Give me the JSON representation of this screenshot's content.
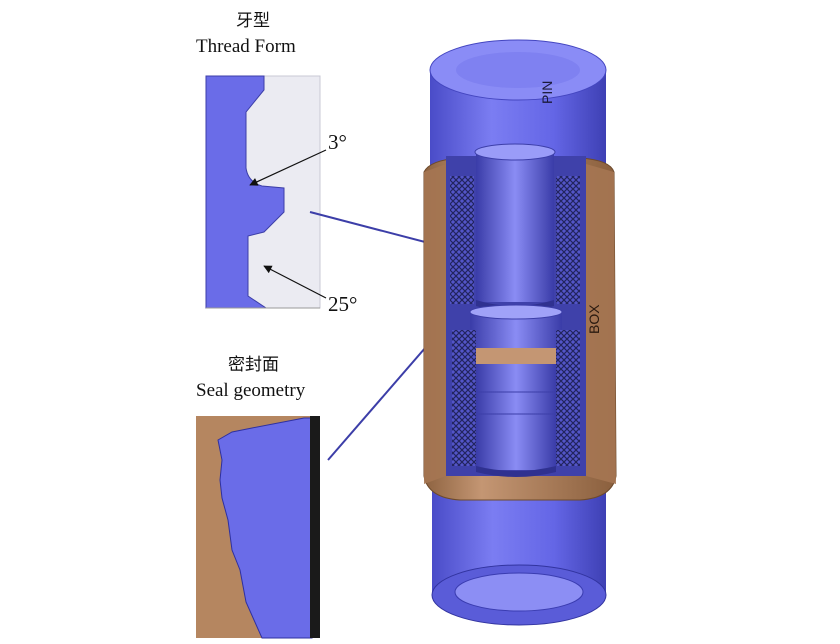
{
  "thread_form": {
    "title_cn": "牙型",
    "title_en": "Thread Form",
    "angle_small": "3°",
    "angle_large": "25°"
  },
  "seal": {
    "title_cn": "密封面",
    "title_en": "Seal geometry"
  },
  "assembly": {
    "pin_label": "PIN",
    "box_label": "BOX"
  },
  "colors": {
    "pin_blue": "#6a6ce8",
    "box_bronze": "#b58660",
    "background": "#ffffff"
  }
}
